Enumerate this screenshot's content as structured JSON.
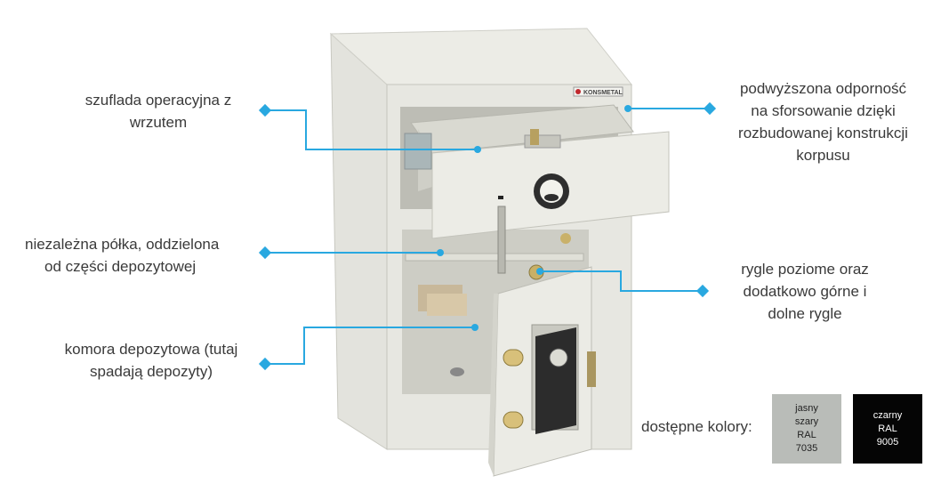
{
  "brand": "KONSMETAL",
  "callouts": {
    "drawer": [
      "szuflada operacyjna z",
      "wrzutem"
    ],
    "shelf": [
      "niezależna półka, oddzielona",
      "od części depozytowej"
    ],
    "chamber": [
      "komora depozytowa (tutaj",
      "spadają depozyty)"
    ],
    "resistance": [
      "podwyższona odporność",
      "na sforsowanie dzięki",
      "rozbudowanej konstrukcji",
      "korpusu"
    ],
    "bolts": [
      "rygle poziome oraz",
      "dodatkowo górne i",
      "dolne rygle"
    ]
  },
  "colors": {
    "label": "dostępne kolory:",
    "options": [
      {
        "lines": [
          "jasny",
          "szary",
          "RAL",
          "7035"
        ],
        "hex": "#b9bcb8"
      },
      {
        "lines": [
          "czarny",
          "RAL",
          "9005"
        ],
        "hex": "#050505"
      }
    ]
  },
  "accent_color": "#29a8e0"
}
